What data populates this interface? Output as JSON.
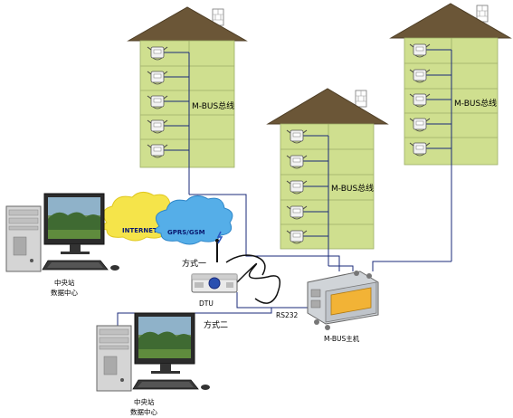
{
  "buildings": {
    "left": {
      "bus_label": "M-BUS总线",
      "meter_count": 5
    },
    "middle": {
      "bus_label": "M-BUS总线",
      "meter_count": 5
    },
    "right": {
      "bus_label": "M-BUS总线",
      "meter_count": 5
    }
  },
  "clouds": {
    "internet": "INTERNET",
    "gprs": "GPRS/GSM"
  },
  "labels": {
    "mode_one": "方式一",
    "mode_two": "方式二",
    "dtu": "DTU",
    "rs232": "RS232",
    "master": "M-BUS主机"
  },
  "stations": {
    "top": {
      "line1": "中央站",
      "line2": "数据中心"
    },
    "bottom": {
      "line1": "中央站",
      "line2": "数据中心"
    }
  },
  "colors": {
    "roof": "#6b5637",
    "wall": "#cfdf8f",
    "bus_line": "#1a2a7a",
    "internet_cloud": "#f5e44a",
    "gprs_cloud": "#55aee8"
  }
}
